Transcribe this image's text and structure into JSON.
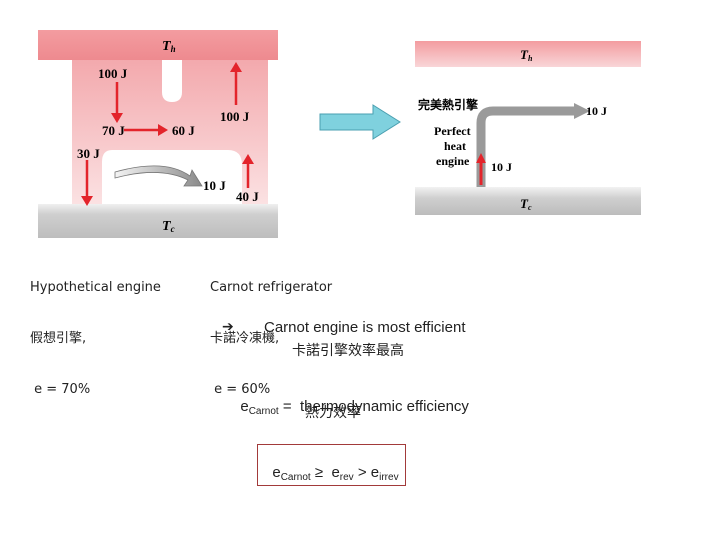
{
  "left_diagram": {
    "th": "T",
    "th_sub": "h",
    "tc": "T",
    "tc_sub": "c",
    "labels": {
      "q100": "100 J",
      "q70": "70 J",
      "q60": "60 J",
      "q100b": "100 J",
      "q30": "30 J",
      "q10": "10 J",
      "q40": "40 J"
    }
  },
  "right_diagram": {
    "title": "完美熱引擎",
    "th": "T",
    "th_sub": "h",
    "tc": "T",
    "tc_sub": "c",
    "engine_line1": "Perfect",
    "engine_line2": "heat",
    "engine_line3": "engine",
    "q_in": "10 J",
    "q_out": "10 J"
  },
  "captions": {
    "hypo_line1": "Hypothetical engine",
    "hypo_line2": "假想引擎,",
    "hypo_line3": " e = 70%",
    "carnot_line1": "Carnot refrigerator",
    "carnot_line2": "卡諾冷凍機,",
    "carnot_line3": " e = 60%"
  },
  "statements": {
    "arrow": "➔",
    "most_efficient": "Carnot engine is most efficient",
    "most_efficient_zh": "卡諾引擎效率最高",
    "ecarnot_e": "e",
    "ecarnot_sub": "Carnot",
    "ecarnot_def": " =  thermodynamic efficiency",
    "ecarnot_def_zh": "熱力效率",
    "ineq_e1": "e",
    "ineq_sub1": "Carnot",
    "ineq_ge": " ≥  e",
    "ineq_sub2": "rev",
    "ineq_gt": " > e",
    "ineq_sub3": "irrev"
  },
  "colors": {
    "hot_band": "#f08f94",
    "hot_fill": "#f7c2c4",
    "cold_band": "#c9c9c9",
    "arrow_red": "#e3242b",
    "arrow_grey": "#8a8a8a",
    "transform_arrow": "#7fd1de"
  }
}
